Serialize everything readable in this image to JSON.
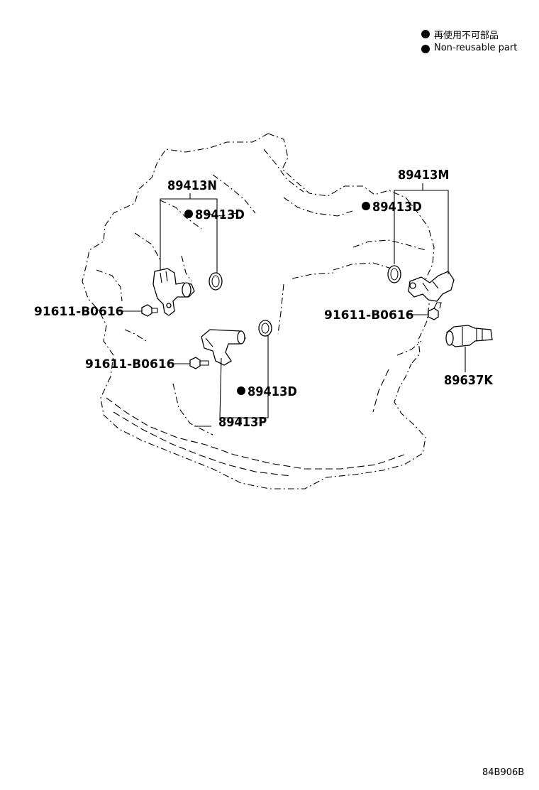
{
  "legend": {
    "non_reusable_jp": "再使用不可部品",
    "non_reusable_en": "Non-reusable part",
    "dot_color": "#000000"
  },
  "labels": {
    "n_group": "89413N",
    "m_group": "89413M",
    "p_group": "89413P",
    "d_left": "89413D",
    "d_right": "89413D",
    "d_bottom": "89413D",
    "bolt_left": "91611-B0616",
    "bolt_mid": "91611-B0616",
    "bolt_right": "91611-B0616",
    "k_part": "89637K"
  },
  "diagram_code": "84B906B"
}
